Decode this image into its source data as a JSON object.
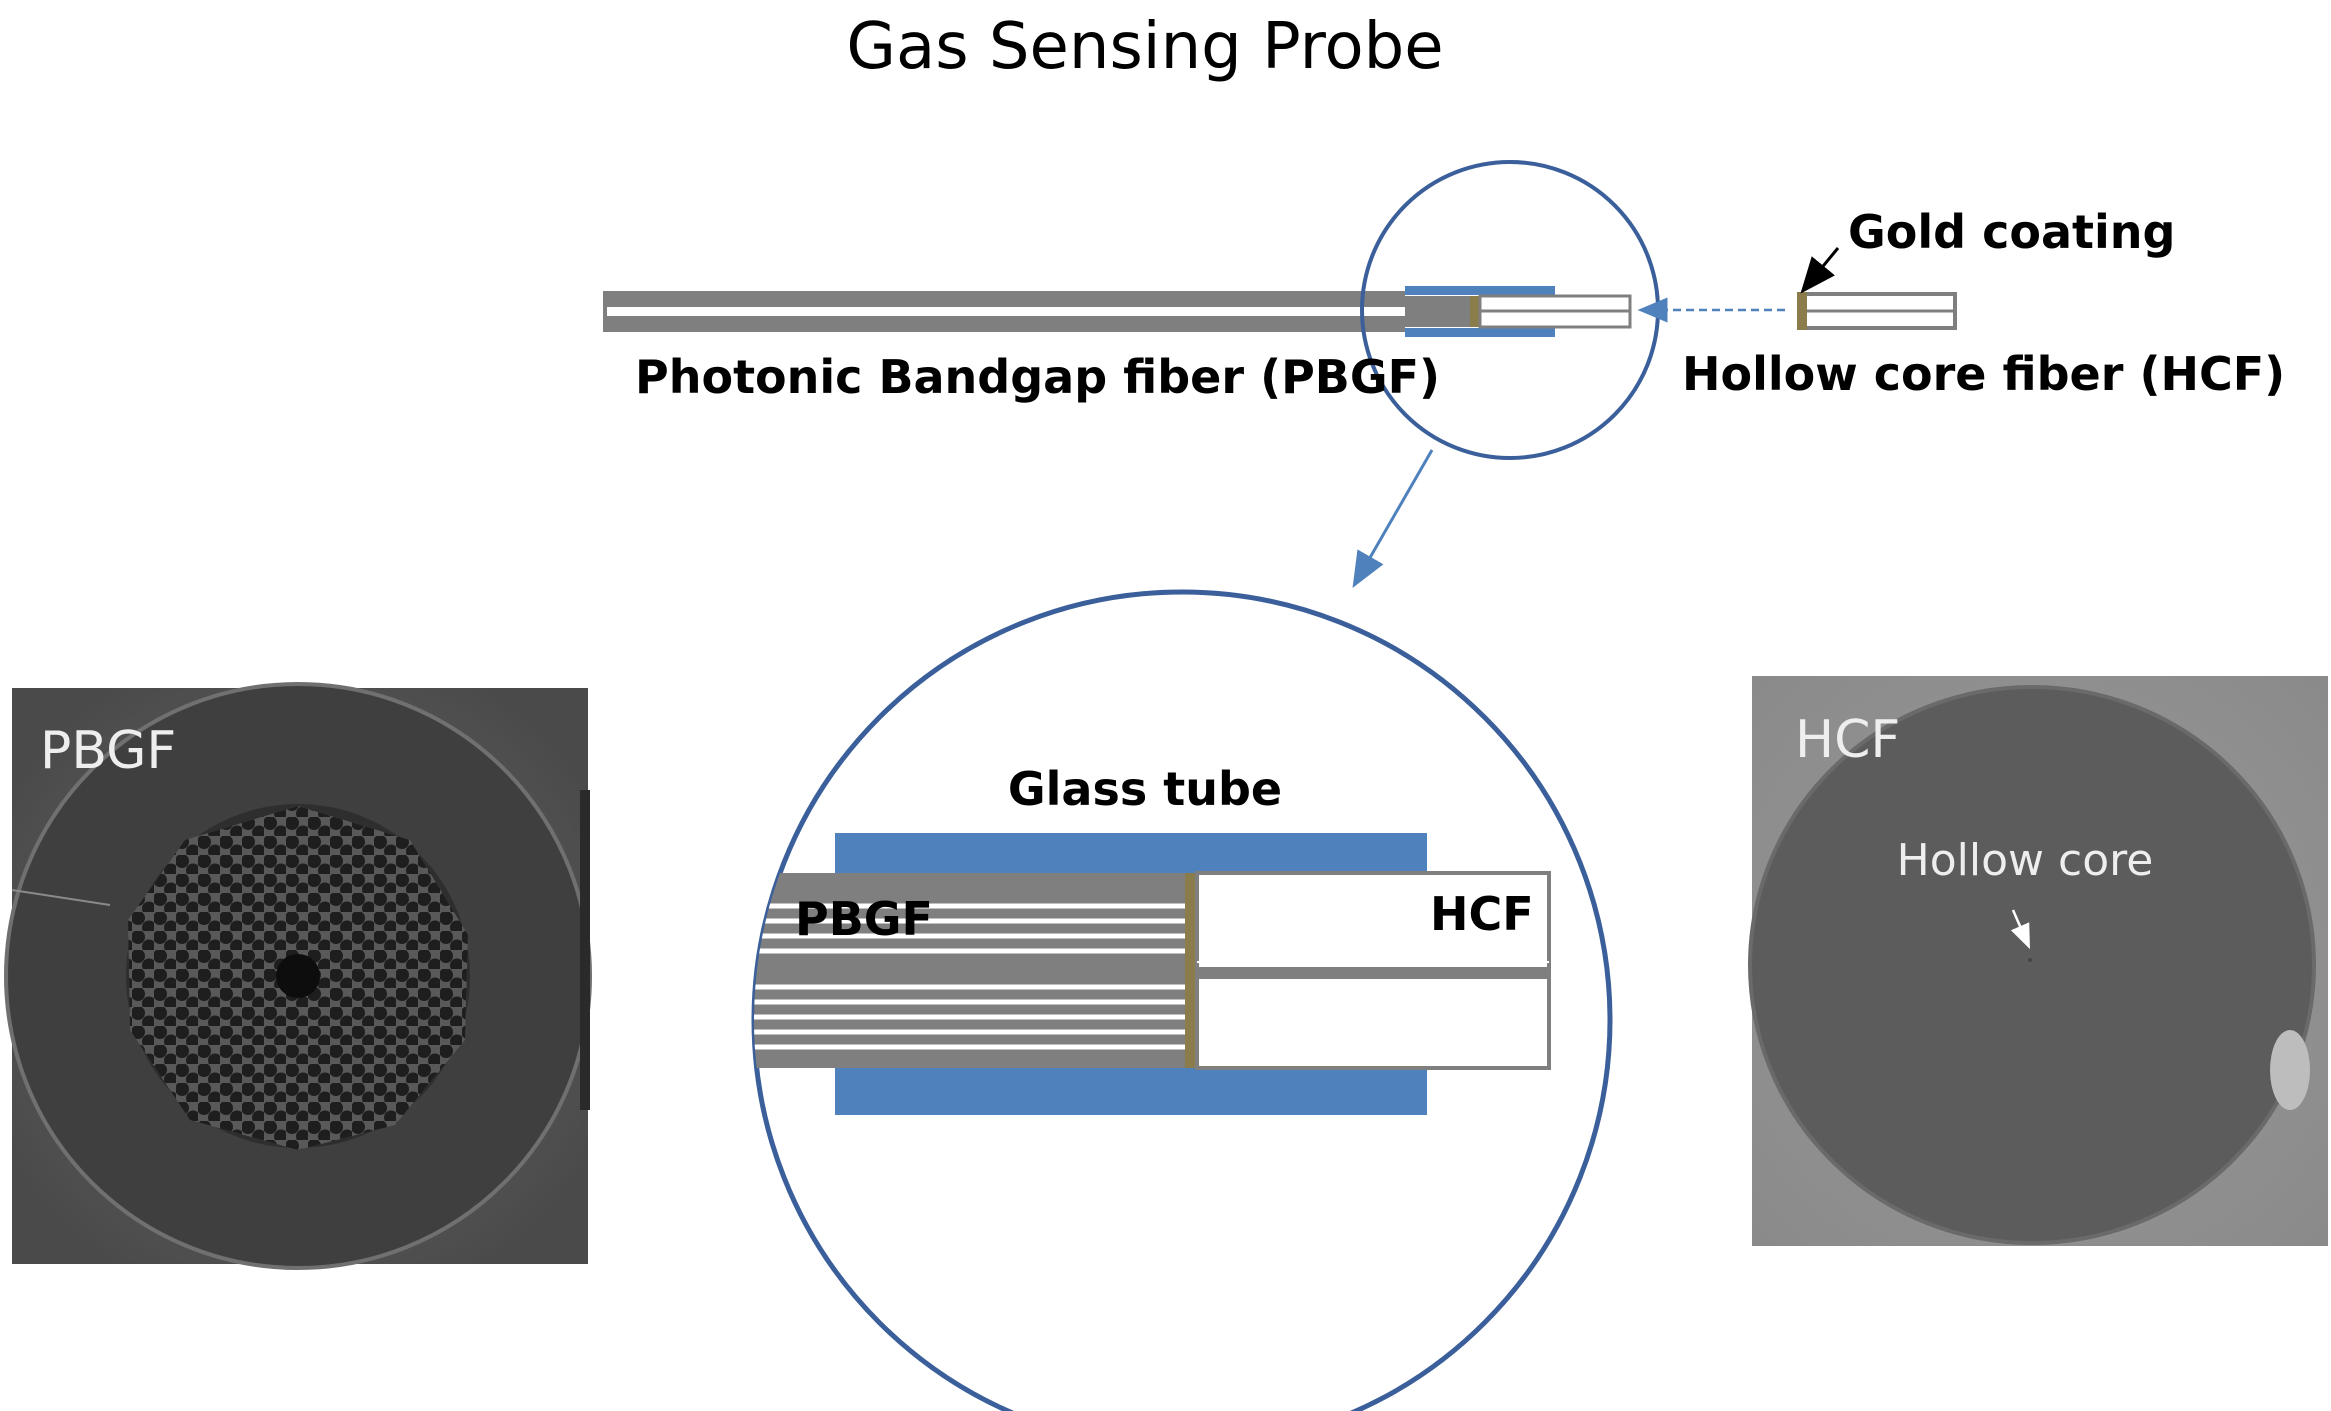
{
  "title": "Gas Sensing Probe",
  "labels": {
    "gold_coating": "Gold coating",
    "pbgf_full": "Photonic Bandgap fiber (PBGF)",
    "hcf_full": "Hollow core fiber (HCF)",
    "glass_tube": "Glass tube",
    "zoom_pbgf": "PBGF",
    "zoom_hcf": "HCF",
    "photo_pbgf": "PBGF",
    "photo_hcf": "HCF",
    "hollow_core": "Hollow core"
  },
  "colors": {
    "fiber_gray": "#7f7f7f",
    "glass_tube_blue": "#4f81bd",
    "circle_outline": "#3a5f9a",
    "gold": "#8b7d4b",
    "arrow_blue": "#4f81bd"
  },
  "icons": {
    "zoom_arrow": "arrow-down-left-icon",
    "connect_arrow": "dashed-arrow-left-icon",
    "gold_pointer": "arrow-down-left-icon",
    "core_pointer": "arrow-down-right-icon"
  }
}
